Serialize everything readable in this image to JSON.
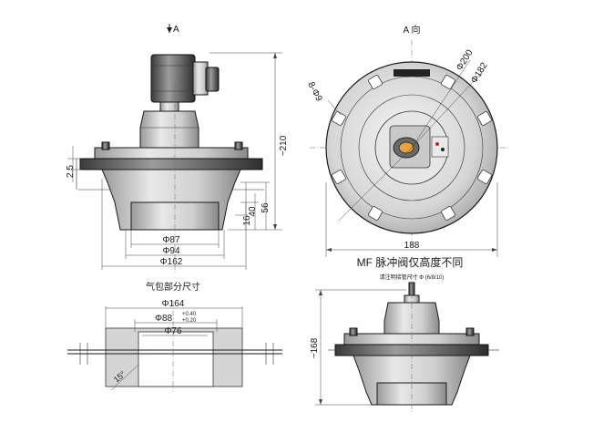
{
  "views": {
    "front": {
      "view_arrow_label": "A",
      "dims": {
        "height_total": "~210",
        "flange_thickness": "2.5",
        "h16": "16",
        "h40": "40",
        "h56": "56",
        "dia87": "Φ87",
        "dia94": "Φ94",
        "dia162": "Φ162"
      }
    },
    "top": {
      "title": "A 向",
      "dims": {
        "dia200": "Φ200",
        "dia182": "Φ182",
        "bolt": "8-Φ9",
        "width": "188"
      }
    },
    "gas_pack": {
      "title": "气包部分尺寸",
      "dims": {
        "dia164": "Φ164",
        "dia88": "Φ88",
        "dia88_tol_upper": "+0.40",
        "dia88_tol_lower": "+0.20",
        "dia76": "Φ76",
        "angle": "15°"
      }
    },
    "mf": {
      "title": "MF 脉冲阀仅高度不同",
      "note": "请注明接管尺寸 Φ (6/8/10)",
      "dims": {
        "height": "~168"
      }
    }
  },
  "colors": {
    "metal_light": "#d9d9d9",
    "metal_dark": "#6e6e6e",
    "line": "#1a1a1a"
  }
}
